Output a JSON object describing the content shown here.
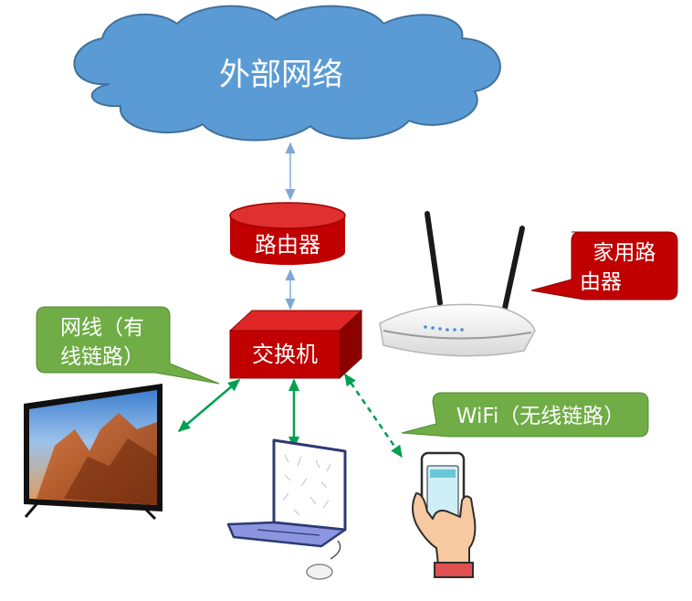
{
  "cloud": {
    "label": "外部网络",
    "fill": "#5b9bd5",
    "stroke": "#41719c"
  },
  "router": {
    "label": "路由器",
    "fill": "#c00000"
  },
  "switch": {
    "label": "交换机",
    "fill": "#c00000"
  },
  "callouts": {
    "home_router": {
      "line1": "家用路",
      "line2": "由器",
      "fill": "#c00000"
    },
    "wired": {
      "line1": "网线（有",
      "line2": "线链路）",
      "fill": "#70ad47"
    },
    "wifi": {
      "line1": "WiFi（无线链路）",
      "fill": "#70ad47"
    }
  },
  "colors": {
    "blue_link": "#9dc3e6",
    "green_link": "#00a050",
    "text_white": "#ffffff"
  },
  "devices": {
    "home_router_icon": "wifi-router-icon",
    "tv_icon": "tv-icon",
    "laptop_icon": "laptop-icon",
    "phone_icon": "phone-icon"
  }
}
